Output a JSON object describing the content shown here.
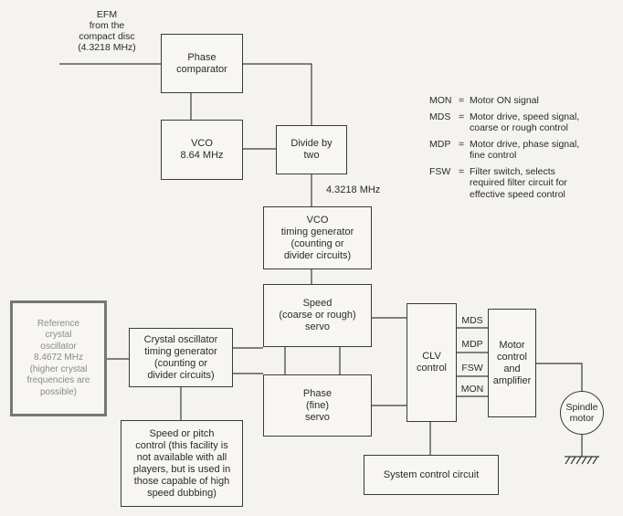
{
  "source_label": "EFM\nfrom the\ncompact disc\n(4.3218 MHz)",
  "blocks": {
    "phase_comparator": "Phase\ncomparator",
    "vco": "VCO\n8.64 MHz",
    "divide": "Divide by\ntwo",
    "vco_timing": "VCO\ntiming generator\n(counting or\ndivider circuits)",
    "speed_servo": "Speed\n(coarse or rough)\nservo",
    "phase_servo": "Phase\n(fine)\nservo",
    "reference": "Reference\ncrystal\noscillator\n8.4672 MHz\n(higher crystal\nfrequencies are\npossible)",
    "crystal_timing": "Crystal oscillator\ntiming generator\n(counting or\ndivider circuits)",
    "speed_pitch": "Speed or pitch\ncontrol (this facility is\nnot available with all\nplayers, but is used in\nthose capable of high\nspeed dubbing)",
    "clv": "CLV\ncontrol",
    "motor_control": "Motor\ncontrol\nand\namplifier",
    "system_control": "System control circuit",
    "spindle": "Spindle\nmotor"
  },
  "freq_label": "4.3218 MHz",
  "signals": [
    "MDS",
    "MDP",
    "FSW",
    "MON"
  ],
  "legend": [
    {
      "abbr": "MON",
      "text": "Motor ON signal"
    },
    {
      "abbr": "MDS",
      "text": "Motor drive, speed signal,\ncoarse or rough control"
    },
    {
      "abbr": "MDP",
      "text": "Motor drive, phase signal,\nfine control"
    },
    {
      "abbr": "FSW",
      "text": "Filter switch, selects\nrequired filter circuit for\neffective speed control"
    }
  ],
  "legend_eq": "="
}
